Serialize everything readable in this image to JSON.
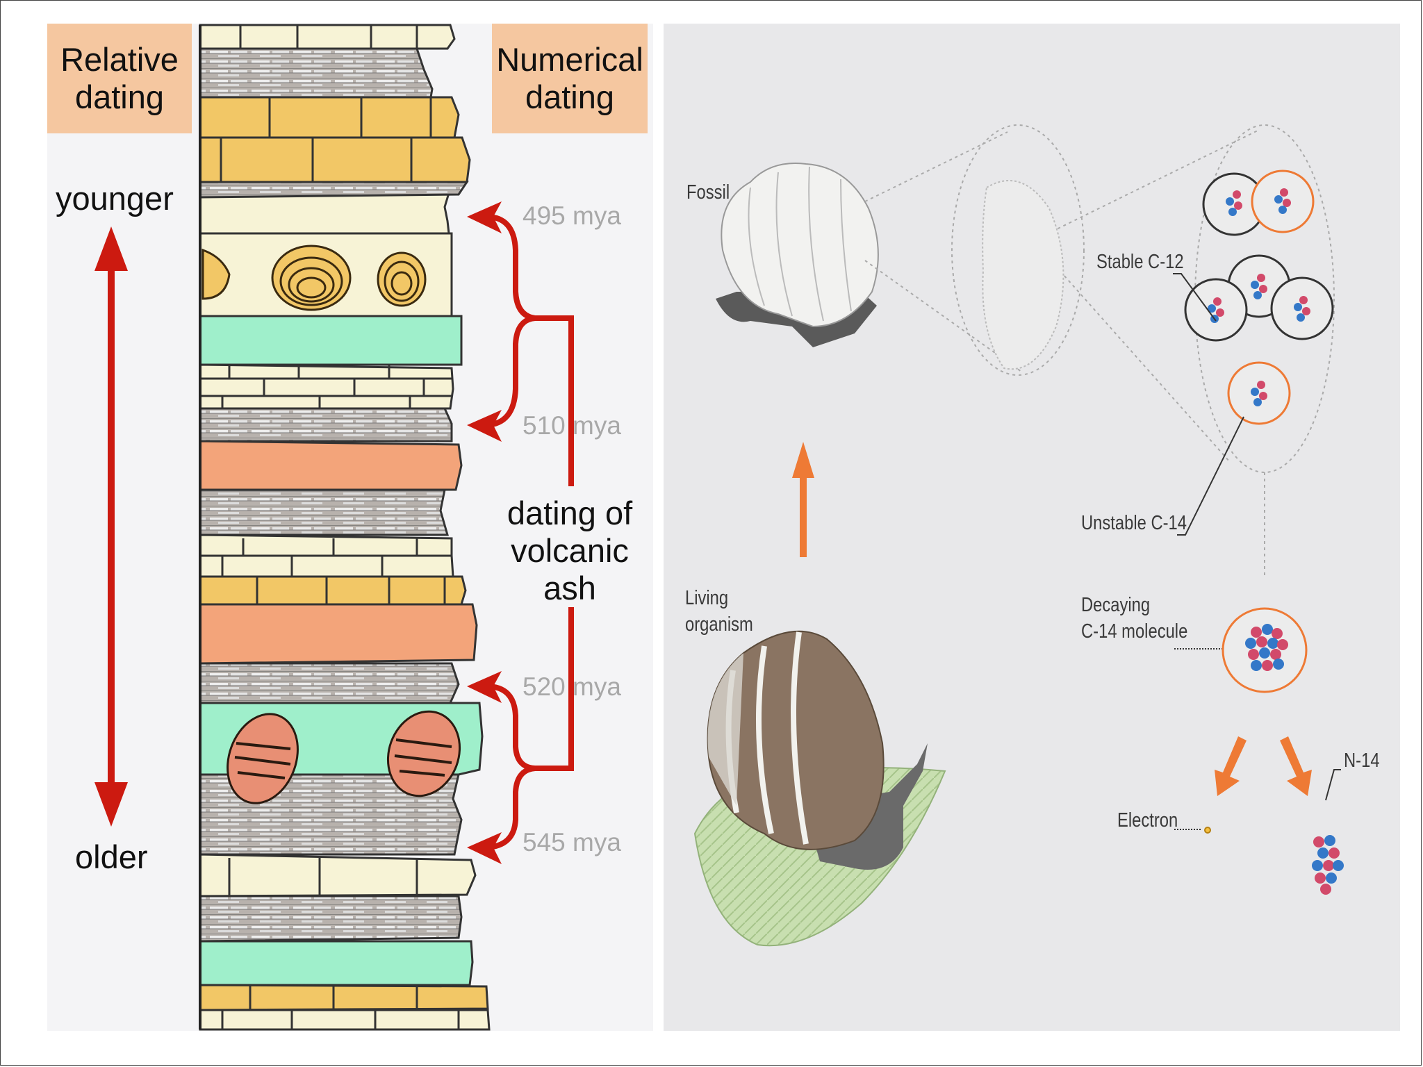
{
  "left": {
    "relative_header": [
      "Relative",
      "dating"
    ],
    "numerical_header": [
      "Numerical",
      "dating"
    ],
    "younger": "younger",
    "older": "older",
    "ages": [
      "495 mya",
      "510 mya",
      "520 mya",
      "545 mya"
    ],
    "ash_label": [
      "dating of",
      "volcanic ash"
    ]
  },
  "right": {
    "fossil": "Fossil",
    "living": [
      "Living",
      "organism"
    ],
    "stable": "Stable C-12",
    "unstable": "Unstable C-14",
    "decaying": [
      "Decaying",
      "C-14 molecule"
    ],
    "electron": "Electron",
    "n14": "N-14"
  },
  "colors": {
    "arrow_red": "#cc1a10",
    "arrow_orange": "#ee7a35",
    "sandstone_yellow": "#f2c766",
    "pale_layer": "#f7f3d6",
    "green_layer": "#9fefcb",
    "orange_layer": "#f3a47a",
    "shale_gray": "#a8a29e"
  }
}
